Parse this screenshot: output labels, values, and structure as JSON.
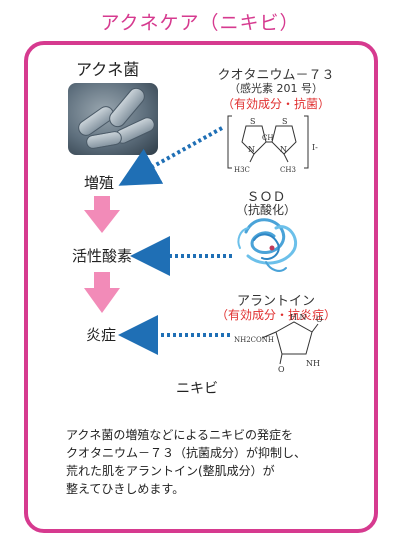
{
  "title": "アクネケア（ニキビ）",
  "nodes": {
    "bacteria": "アクネ菌",
    "growth": "増殖",
    "ros": "活性酸素",
    "inflammation": "炎症",
    "acne": "ニキビ"
  },
  "ingredients": {
    "quaternium": {
      "name": "クオタニウム－７３",
      "code": "（感光素 201 号）",
      "role": "（有効成分・抗菌）"
    },
    "sod": {
      "name": "ＳＯＤ",
      "role": "（抗酸化）"
    },
    "allantoin": {
      "name": "アラントイン",
      "role": "（有効成分・抗炎症）"
    }
  },
  "structure_labels": {
    "s1": "S",
    "s2": "S",
    "ch": "CH",
    "n1": "N",
    "n2": "N",
    "h3c": "H3C",
    "ch3": "CH3",
    "iodide": "I-",
    "nh2conh": "NH2CONH",
    "nh_top": "H\nN",
    "nh_bottom": "NH",
    "o1": "O",
    "o2": "O"
  },
  "description": [
    "アクネ菌の増殖などによるニキビの発症を",
    "クオタニウム－７３（抗菌成分）が抑制し、",
    "荒れた肌をアラントイン(整肌成分）が",
    "整えてひきしめます。"
  ],
  "colors": {
    "accent": "#d63a8f",
    "arrow_pink": "#f28bb8",
    "arrow_blue": "#1f6fb5",
    "red_text": "#e02f2f"
  }
}
